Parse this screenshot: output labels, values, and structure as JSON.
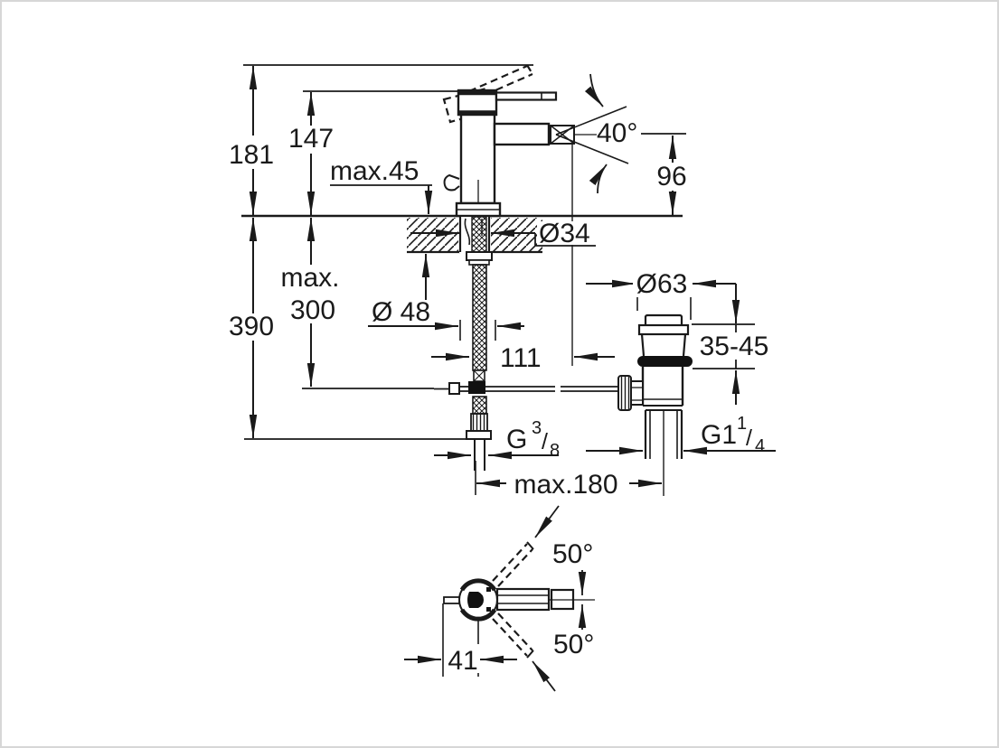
{
  "page": {
    "background": "#ffffff",
    "line_color": "#1a1a1a",
    "border_color": "#d7d7d7"
  },
  "dims": {
    "total_height": "181",
    "body_height": "147",
    "max_deck_thickness": "max.45",
    "spray_angle": "40°",
    "spout_height": "96",
    "shank_diameter": "Ø34",
    "hose_length_line1": "max.",
    "hose_length_line2": "300",
    "total_depth": "390",
    "body_diameter": "Ø 48",
    "spout_reach": "111",
    "waste_flange_diameter": "Ø63",
    "waste_deck_range": "35-45",
    "supply_thread": {
      "g": "G",
      "numerator": "3",
      "slash": "/",
      "denominator": "8"
    },
    "waste_thread": {
      "g": "G1",
      "numerator": "1",
      "slash": "/",
      "denominator": "4"
    },
    "max_centre_distance": "max.180",
    "handle_swing_up": "50°",
    "handle_swing_down": "50°",
    "handle_pin_offset": "41"
  }
}
